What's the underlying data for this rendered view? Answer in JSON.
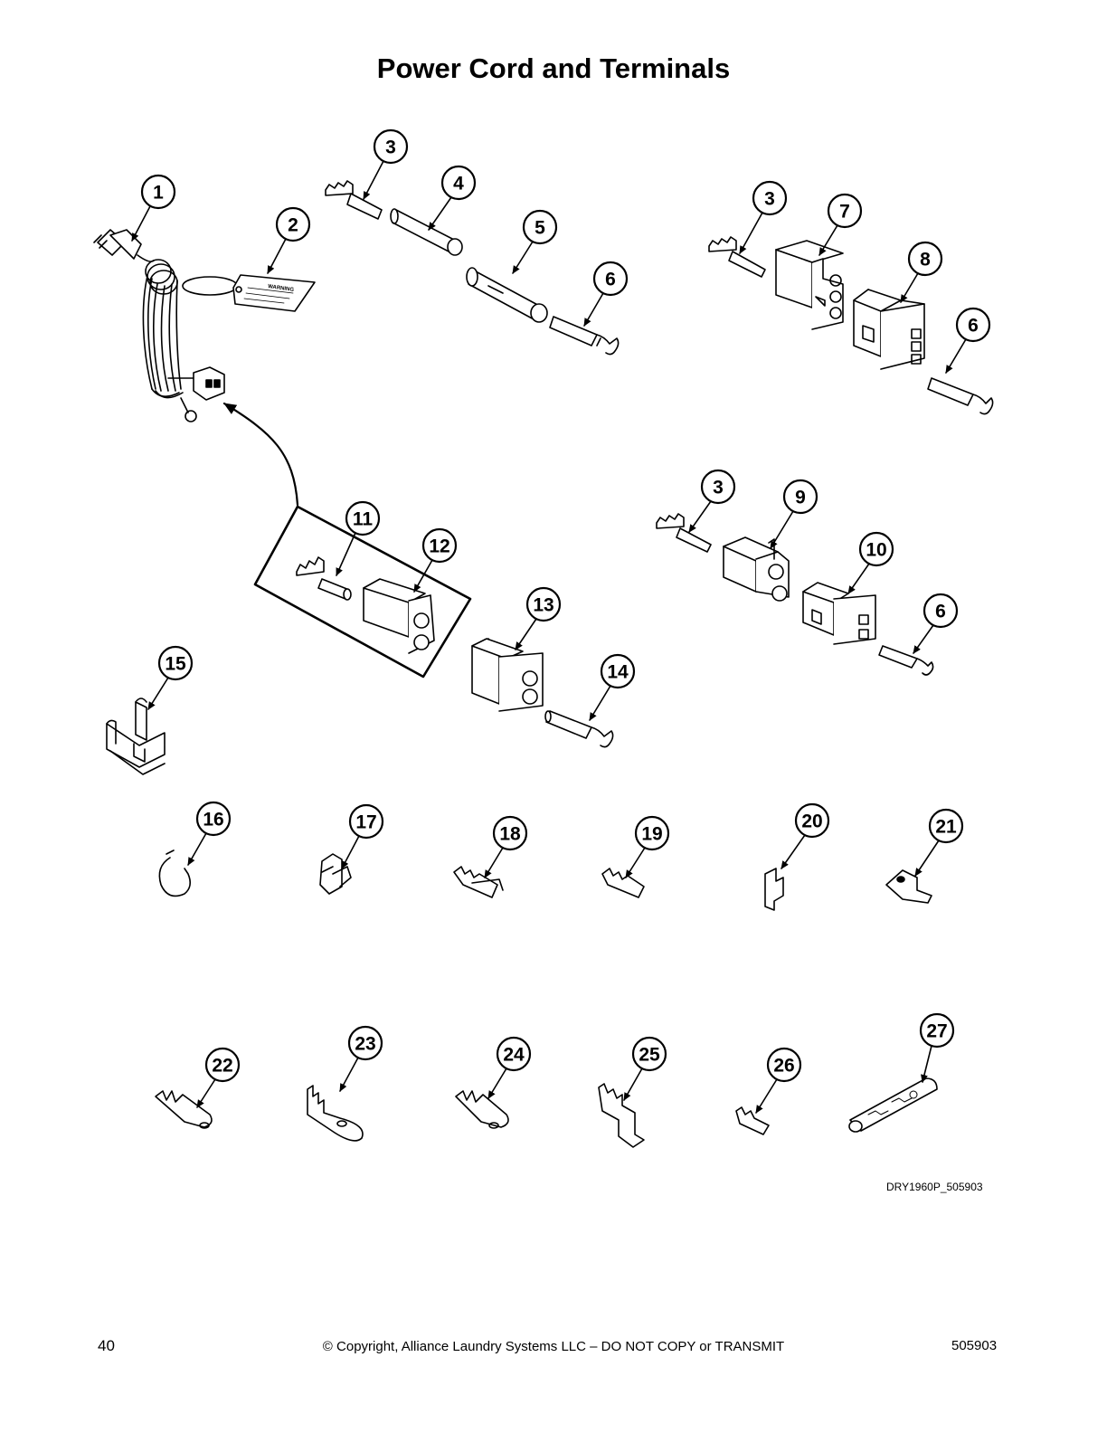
{
  "page": {
    "title": "Power Cord and Terminals",
    "drawing_id": "DRY1960P_505903",
    "page_number": "40",
    "copyright": "© Copyright, Alliance Laundry Systems LLC – DO NOT COPY or TRANSMIT",
    "doc_number": "505903"
  },
  "diagram": {
    "tag_text": "WARNING",
    "callouts": [
      "1",
      "2",
      "3",
      "4",
      "5",
      "6",
      "3",
      "7",
      "8",
      "6",
      "3",
      "9",
      "10",
      "6",
      "11",
      "12",
      "13",
      "14",
      "15",
      "16",
      "17",
      "18",
      "19",
      "20",
      "21",
      "22",
      "23",
      "24",
      "25",
      "26",
      "27"
    ]
  }
}
